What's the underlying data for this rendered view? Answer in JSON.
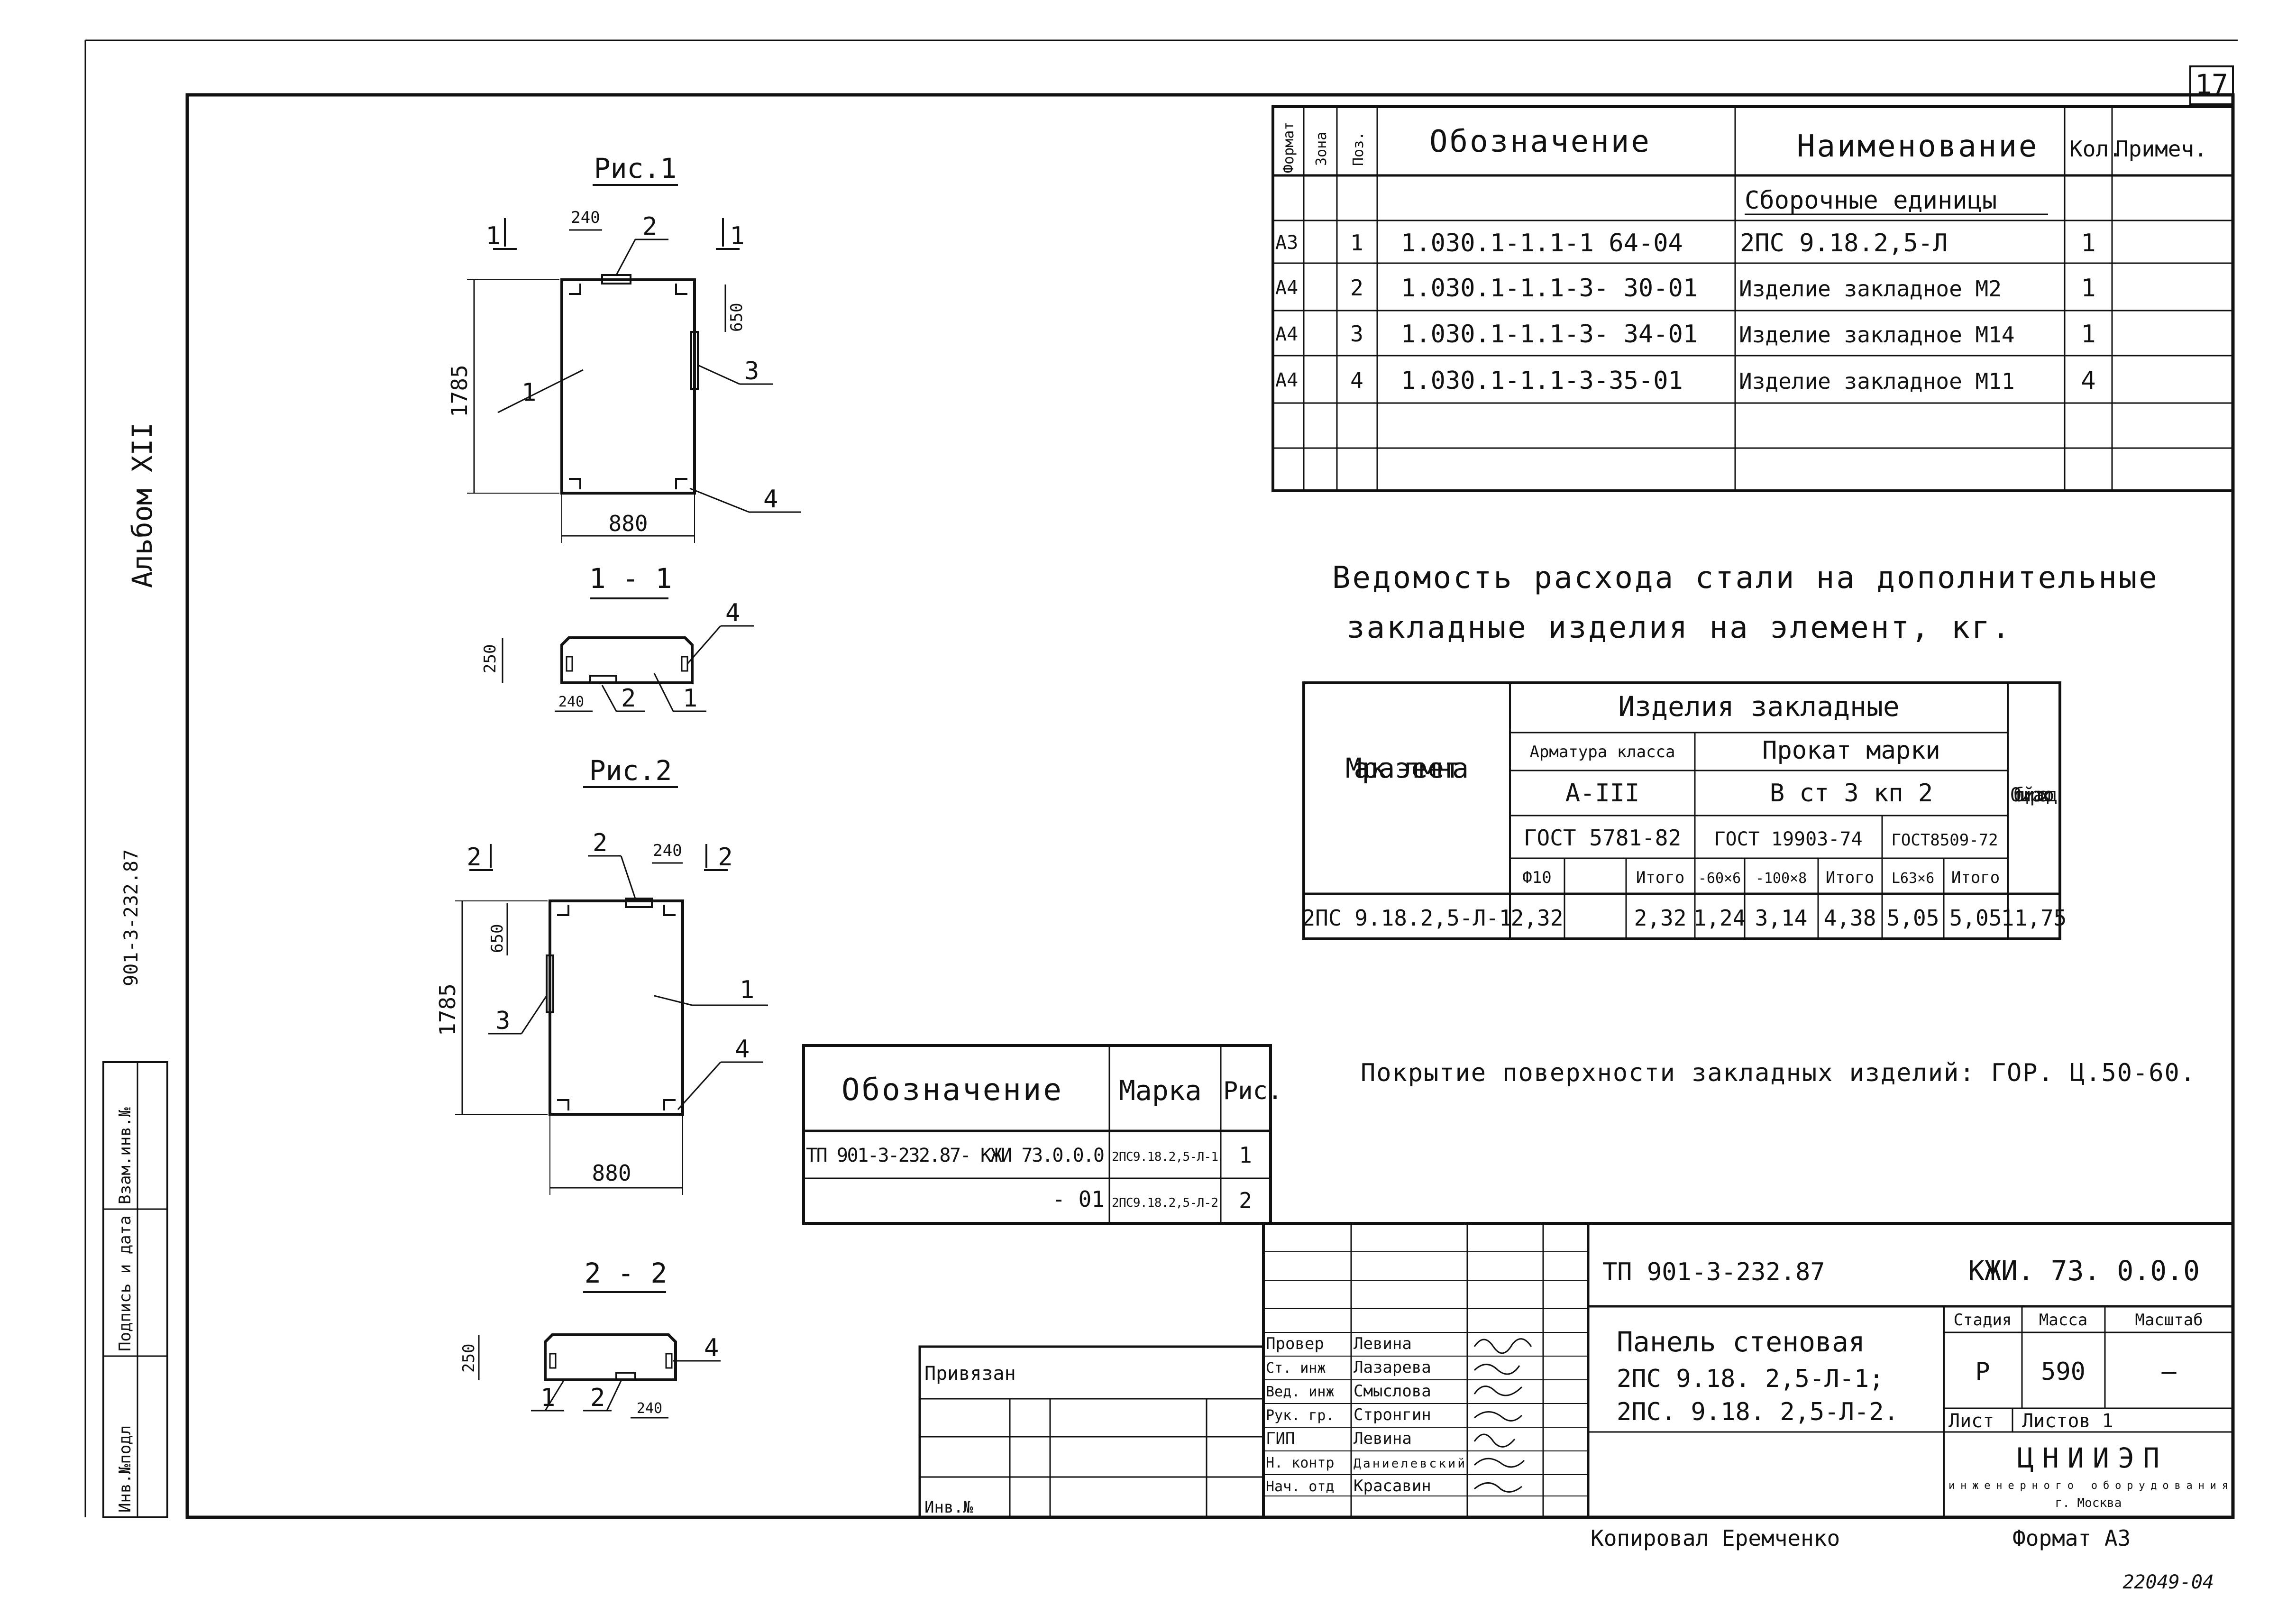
{
  "sheet": {
    "sheet_number": "17",
    "album_label": "Альбом XII",
    "project_code_vertical": "901-3-232.87",
    "side_stamp": [
      "Инв.№подл",
      "Подпись и дата",
      "Взам.инв.№"
    ],
    "bottom_number": "22049-04"
  },
  "figures": {
    "fig1_title": "Рис.1",
    "fig2_title": "Рис.2",
    "section1_title": "1 - 1",
    "section2_title": "2 - 2",
    "cut1_label": "1",
    "cut2_label": "2",
    "height_dim": "1785",
    "width_dim": "880",
    "insert_width_dim": "240",
    "offset_dim": "650",
    "thickness_dim": "250",
    "callouts": [
      "1",
      "2",
      "3",
      "4"
    ]
  },
  "spec_table": {
    "headers": [
      "Формат",
      "Зона",
      "Поз.",
      "Обозначение",
      "Наименование",
      "Кол.",
      "Примеч."
    ],
    "section_title": "Сборочные единицы",
    "rows": [
      {
        "format": "А3",
        "pos": "1",
        "designation": "1.030.1-1.1-1 64-04",
        "name": "2ПС 9.18.2,5-Л",
        "qty": "1"
      },
      {
        "format": "А4",
        "pos": "2",
        "designation": "1.030.1-1.1-3- 30-01",
        "name": "Изделие закладное М2",
        "qty": "1"
      },
      {
        "format": "А4",
        "pos": "3",
        "designation": "1.030.1-1.1-3- 34-01",
        "name": "Изделие закладное М14",
        "qty": "1"
      },
      {
        "format": "А4",
        "pos": "4",
        "designation": "1.030.1-1.1-3-35-01",
        "name": "Изделие закладное М11",
        "qty": "4"
      }
    ]
  },
  "steel_title": {
    "line1": "Ведомость расхода стали на дополнительные",
    "line2": "закладные изделия на элемент, кг."
  },
  "steel_table": {
    "mark_header": "Марка элемента",
    "group_header": "Изделия закладные",
    "rebar_header": "Арматура класса",
    "rebar_class": "А-III",
    "rebar_gost": "ГОСТ 5781-82",
    "rolled_header": "Прокат марки",
    "rolled_grade": "В ст 3 кп 2",
    "rolled_gost1": "ГОСТ 19903-74",
    "rolled_gost2": "ГОСТ8509-72",
    "total_header": "Общий расход",
    "sub_headers": [
      "Ф10",
      "",
      "Итого",
      "-60×6",
      "-100×8",
      "Итого",
      "L63×6",
      "Итого"
    ],
    "row": [
      "2ПС 9.18.2,5-Л-1",
      "2,32",
      "",
      "2,32",
      "1,24",
      "3,14",
      "4,38",
      "5,05",
      "5,05",
      "11,75"
    ]
  },
  "coating_note": "Покрытие поверхности закладных изделий: ГОР. Ц.50-60.",
  "marks_table": {
    "headers": [
      "Обозначение",
      "Марка",
      "Рис."
    ],
    "rows": [
      {
        "designation": "ТП 901-3-232.87- КЖИ 73.0.0.0",
        "mark": "2ПС9.18.2,5-Л-1",
        "fig": "1"
      },
      {
        "designation": "- 01",
        "mark": "2ПС9.18.2,5-Л-2",
        "fig": "2"
      }
    ]
  },
  "title_block": {
    "project": "ТП 901-3-232.87",
    "doc_code": "КЖИ. 73. 0.0.0",
    "title_lines": [
      "Панель стеновая",
      "2ПС 9.18. 2,5-Л-1;",
      "2ПС. 9.18. 2,5-Л-2."
    ],
    "stage_label": "Стадия",
    "mass_label": "Масса",
    "scale_label": "Масштаб",
    "stage": "Р",
    "mass": "590",
    "scale": "—",
    "sheet_label": "Лист",
    "sheets_label": "Листов 1",
    "org_big": "ЦНИИЭП",
    "org_line2": "инженерного оборудования",
    "org_line3": "г. Москва",
    "signatures": [
      {
        "role": "Провер",
        "name": "Левина"
      },
      {
        "role": "Ст. инж",
        "name": "Лазарева"
      },
      {
        "role": "Вед. инж",
        "name": "Смыслова"
      },
      {
        "role": "Рук. гр.",
        "name": "Стронгин"
      },
      {
        "role": "ГИП",
        "name": "Левина"
      },
      {
        "role": "Н. контр",
        "name": "Даниелевский"
      },
      {
        "role": "Нач. отд",
        "name": "Красавин"
      }
    ],
    "binding": "Привязан",
    "inv_no": "Инв.№",
    "copied_by": "Копировал Еремченко",
    "format": "Формат А3"
  }
}
